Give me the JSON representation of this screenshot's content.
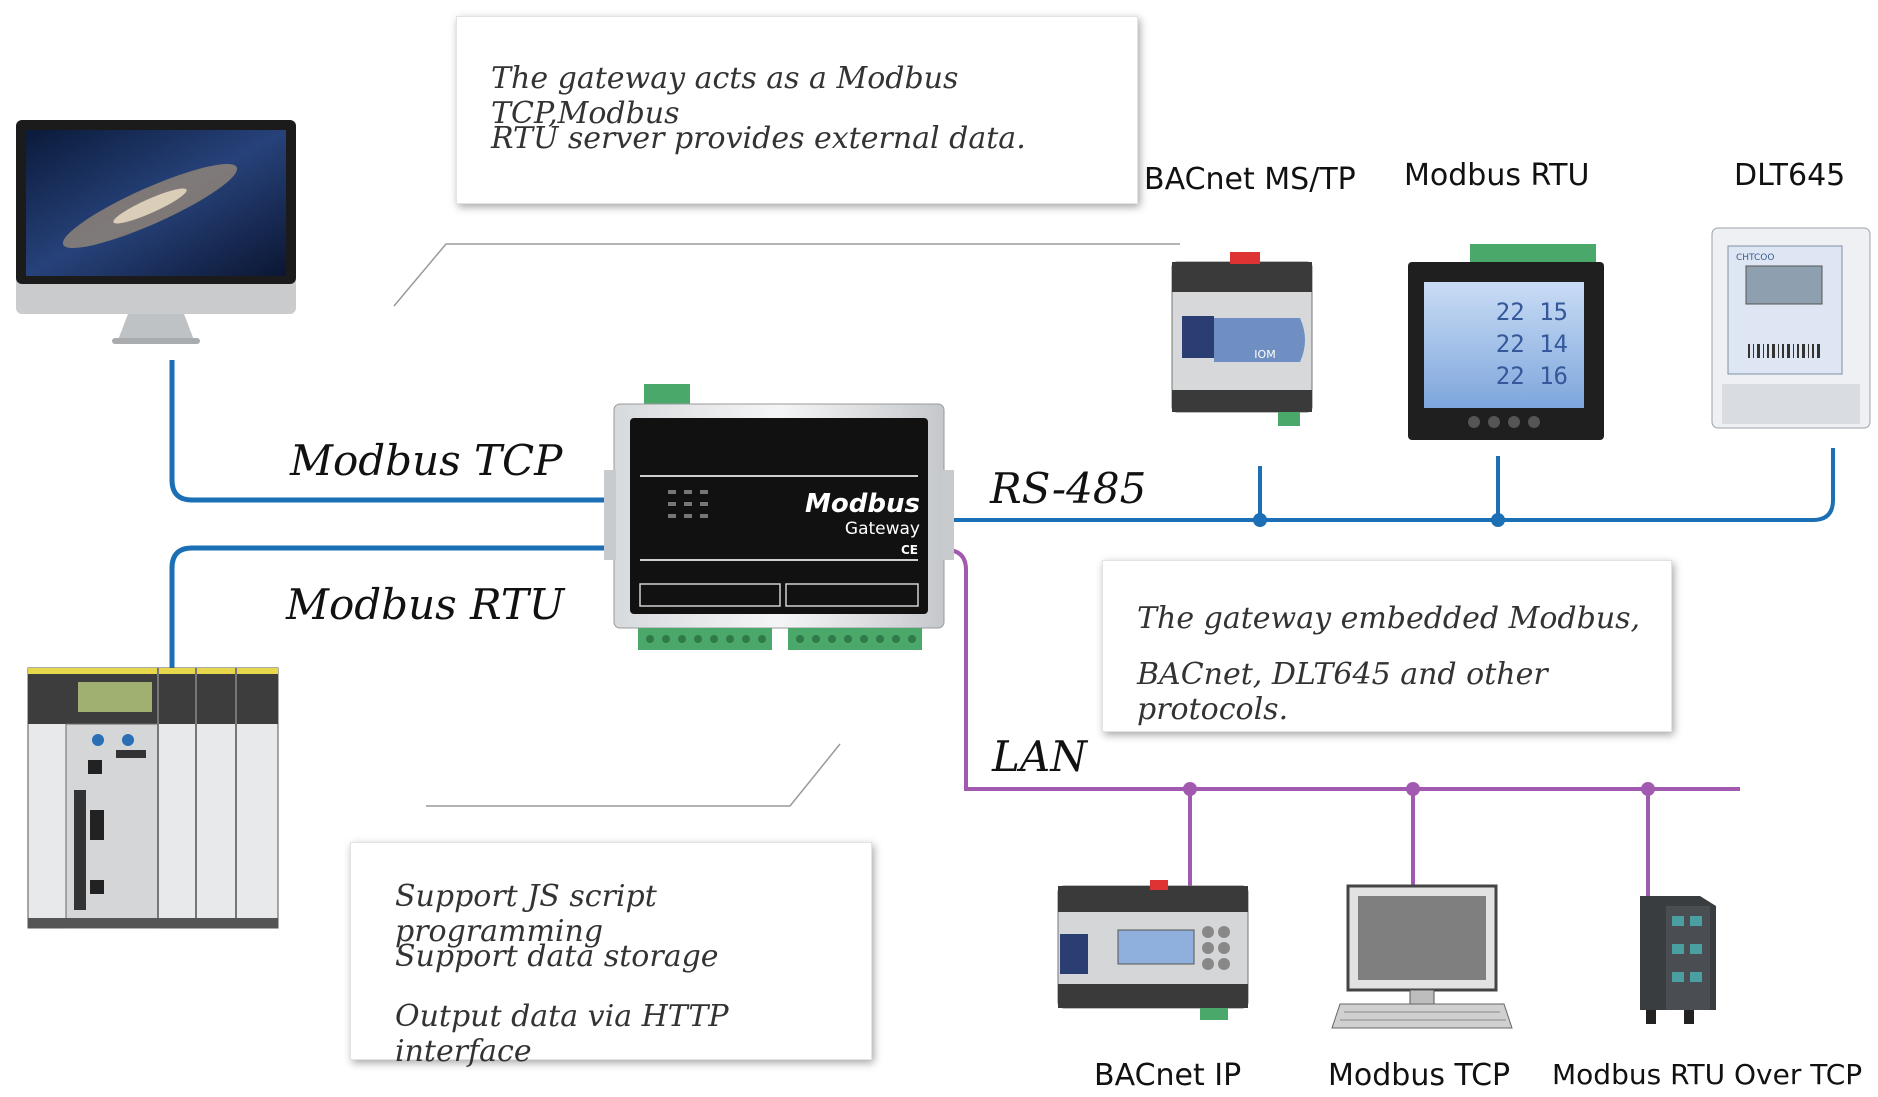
{
  "callouts": {
    "top": [
      "The gateway acts as a Modbus TCP,Modbus",
      "RTU server provides external data."
    ],
    "right": [
      "The gateway embedded Modbus,",
      "BACnet, DLT645 and other protocols."
    ],
    "bottom": [
      "Support JS script programming",
      "Support data storage",
      "Output data via HTTP interface"
    ]
  },
  "network_labels": {
    "modbus_tcp": "Modbus TCP",
    "modbus_rtu": "Modbus RTU",
    "rs485": "RS-485",
    "lan": "LAN"
  },
  "device_labels": {
    "bacnet_mstp": "BACnet MS/TP",
    "modbus_rtu_meter": "Modbus RTU",
    "dlt645": "DLT645",
    "bacnet_ip": "BACnet IP",
    "modbus_tcp_pc": "Modbus TCP",
    "modbus_rtu_over_tcp": "Modbus RTU Over TCP"
  },
  "gateway": {
    "brand": "Modbus",
    "subtitle": "Gateway",
    "mark": "CE"
  },
  "meter_readings": [
    "22 15",
    "22 14",
    "22 16"
  ],
  "meter_brand": "CHTCOO",
  "iom_label": "IOM",
  "colors": {
    "blue_bus": "#1b6fb5",
    "purple_bus": "#a25ab0",
    "gateway_body": "#111111",
    "terminal_green": "#4aa86a"
  }
}
